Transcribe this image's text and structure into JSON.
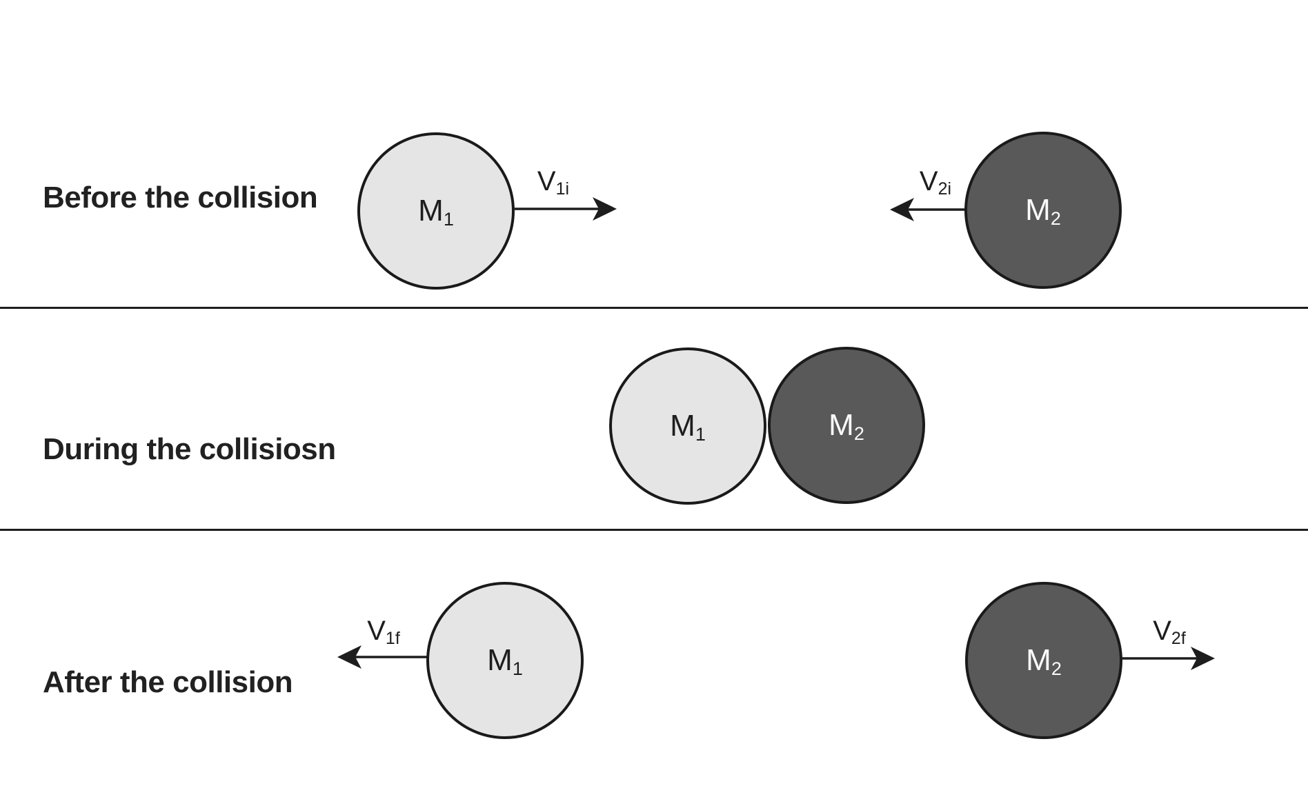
{
  "colors": {
    "background": "#ffffff",
    "title_text": "#212121",
    "m1_fill": "#e5e5e5",
    "m1_text": "#1d1d1d",
    "m2_fill": "#595959",
    "m2_text": "#fbfbfb",
    "outline": "#1a1a1a",
    "arrow": "#1d1d1d",
    "divider": "#1d1d1d"
  },
  "panels": {
    "before": {
      "title": "Before the collision",
      "m1": {
        "label": "M",
        "sub": "1"
      },
      "m2": {
        "label": "M",
        "sub": "2"
      },
      "v1": {
        "label": "V",
        "sub": "1i"
      },
      "v2": {
        "label": "V",
        "sub": "2i"
      }
    },
    "during": {
      "title": "During the collisiosn",
      "m1": {
        "label": "M",
        "sub": "1"
      },
      "m2": {
        "label": "M",
        "sub": "2"
      }
    },
    "after": {
      "title": "After the collision",
      "m1": {
        "label": "M",
        "sub": "1"
      },
      "m2": {
        "label": "M",
        "sub": "2"
      },
      "v1": {
        "label": "V",
        "sub": "1f"
      },
      "v2": {
        "label": "V",
        "sub": "2f"
      }
    }
  }
}
